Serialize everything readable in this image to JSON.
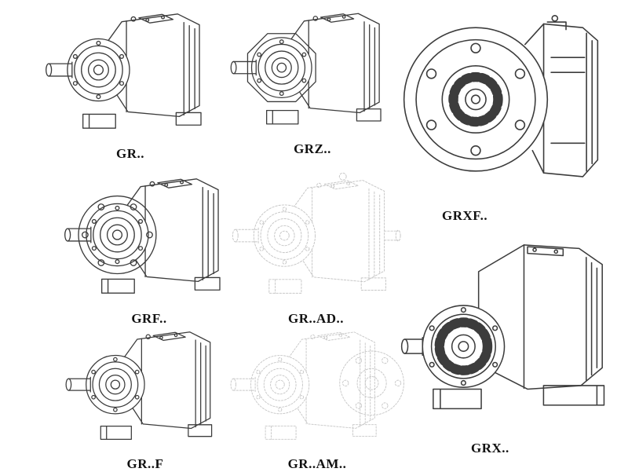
{
  "page": {
    "background": "#ffffff",
    "line_color": "#3c3c3c",
    "ghost_line_color": "#c7c7c7"
  },
  "catalog": {
    "items": [
      {
        "id": "gr",
        "label": "GR..",
        "render": "solid",
        "description": "foot-mounted helical gear reducer, isometric line drawing"
      },
      {
        "id": "grz",
        "label": "GRZ..",
        "render": "solid",
        "description": "foot-mounted reducer with octagonal front cover"
      },
      {
        "id": "grxf",
        "label": "GRXF..",
        "render": "solid",
        "description": "large flange-mounted reducer, front flange with bolt holes"
      },
      {
        "id": "grf",
        "label": "GRF..",
        "render": "solid",
        "description": "flange-mounted reducer with round input flange"
      },
      {
        "id": "gr-ad",
        "label": "GR..AD..",
        "render": "ghost",
        "description": "reducer with input shaft adapter, faint dashed drawing"
      },
      {
        "id": "gr-f",
        "label": "GR..F",
        "render": "solid",
        "description": "foot-mounted reducer"
      },
      {
        "id": "gr-am",
        "label": "GR..AM..",
        "render": "ghost",
        "description": "reducer with IEC motor flange adapter, faint dashed drawing"
      },
      {
        "id": "grx",
        "label": "GRX..",
        "render": "solid",
        "description": "large foot-mounted reducer with finned input boss"
      }
    ]
  }
}
